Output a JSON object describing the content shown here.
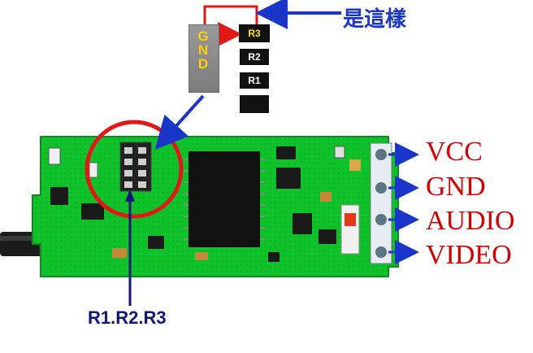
{
  "callout": {
    "text": "是這樣"
  },
  "gnd_pad": {
    "text": "GND"
  },
  "pins": [
    "R3",
    "R2",
    "R1",
    ""
  ],
  "pin_labels": {
    "vcc": "VCC",
    "gnd": "GND",
    "audio": "AUDIO",
    "video": "VIDEO"
  },
  "resistor_label": "R1.R2.R3",
  "colors": {
    "pcb_green": "#10c22a",
    "arrow_blue": "#1a36c9",
    "label_red": "#d40000",
    "circle_red": "#e01818",
    "chip_black": "#111111"
  }
}
